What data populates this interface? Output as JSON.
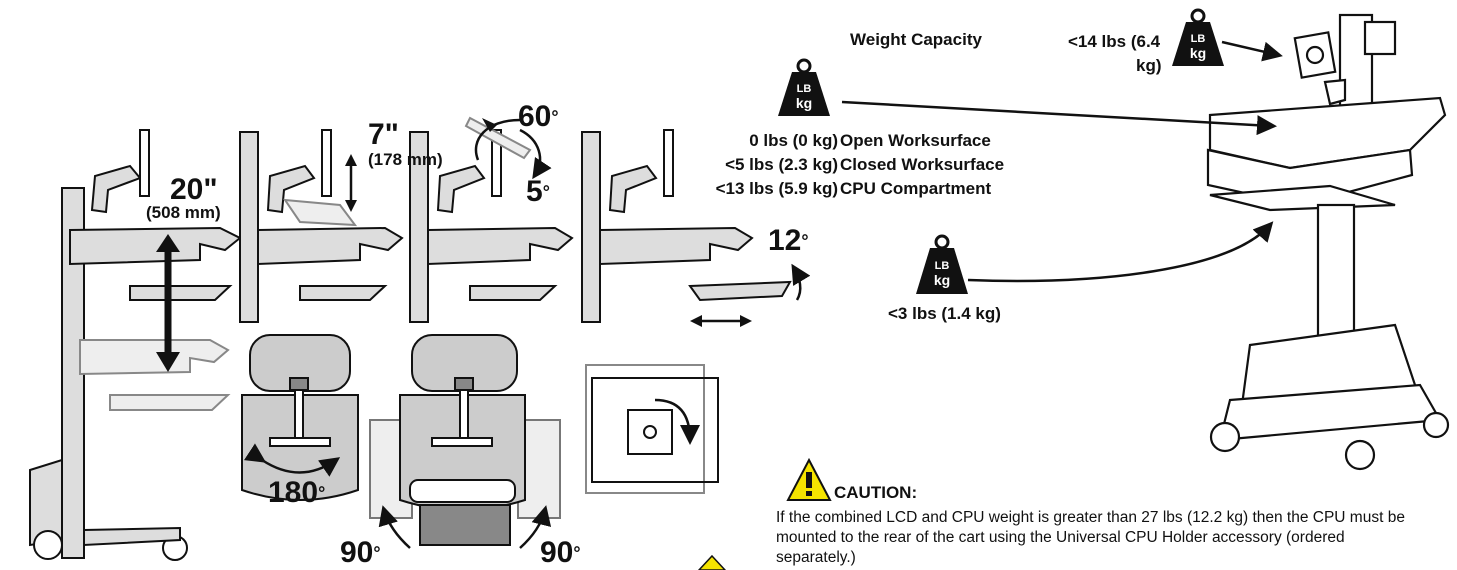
{
  "measurements": {
    "lift": "20\"",
    "lift_mm": "(508 mm)",
    "surface_lift": "7\"",
    "surface_lift_mm": "(178 mm)",
    "tilt_up": "60",
    "tilt_down": "5",
    "keyboard_tilt": "12",
    "swivel": "180",
    "side_left": "90",
    "side_right": "90",
    "deg": "°"
  },
  "weights": {
    "title": "Weight Capacity",
    "lcd": "<14 lbs (6.4",
    "lcd_cont": "kg)",
    "rows": [
      {
        "weight": "0 lbs (0 kg)",
        "location": "Open Worksurface"
      },
      {
        "weight": "<5 lbs (2.3 kg)",
        "location": "Closed Worksurface"
      },
      {
        "weight": "<13 lbs (5.9 kg)",
        "location": "CPU Compartment"
      }
    ],
    "keyboard": "<3 lbs (1.4 kg)",
    "icon_top": "LB",
    "icon_bottom": "kg"
  },
  "caution": {
    "title": "CAUTION:",
    "text": "If the combined LCD and CPU weight is greater than 27 lbs (12.2 kg) then the CPU must be mounted to the rear of the cart using the Universal CPU Holder accessory (ordered separately.)"
  },
  "colors": {
    "line": "#111111",
    "fill": "#dddddd",
    "caution": "#f5e400"
  }
}
